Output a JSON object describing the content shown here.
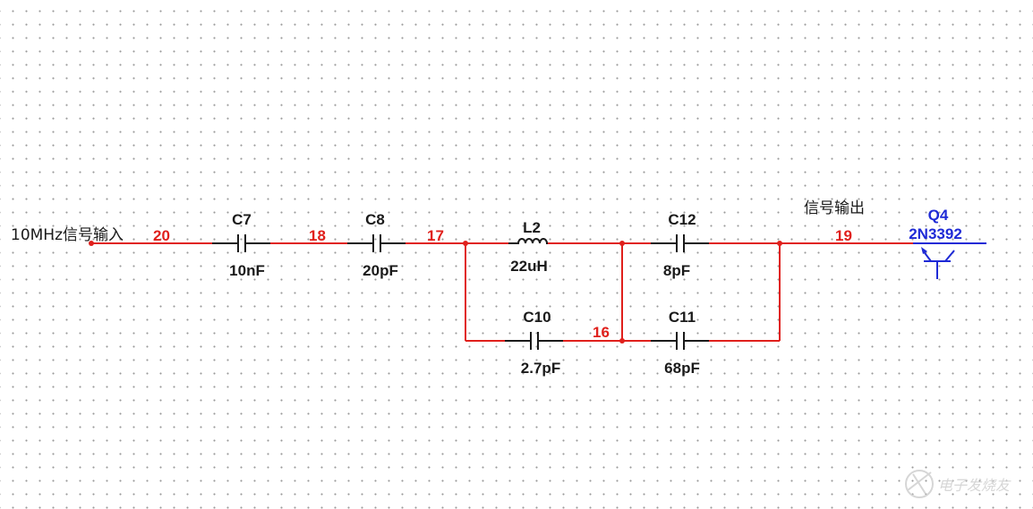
{
  "colors": {
    "wire": "#e0201c",
    "component": "#1a1a1a",
    "transistor": "#1e2ad6",
    "netlabel": "#e0201c"
  },
  "input_label": "10MHz信号输入",
  "output_label": "信号输出",
  "nets": {
    "n20": "20",
    "n18": "18",
    "n17": "17",
    "n16": "16",
    "n19": "19"
  },
  "components": {
    "c7": {
      "ref": "C7",
      "value": "10nF"
    },
    "c8": {
      "ref": "C8",
      "value": "20pF"
    },
    "l2": {
      "ref": "L2",
      "value": "22uH"
    },
    "c12": {
      "ref": "C12",
      "value": "8pF"
    },
    "c10": {
      "ref": "C10",
      "value": "2.7pF"
    },
    "c11": {
      "ref": "C11",
      "value": "68pF"
    },
    "q4": {
      "ref": "Q4",
      "value": "2N3392"
    }
  },
  "watermark": "电子发烧友",
  "watermark_icon": "elecfans-logo-icon"
}
